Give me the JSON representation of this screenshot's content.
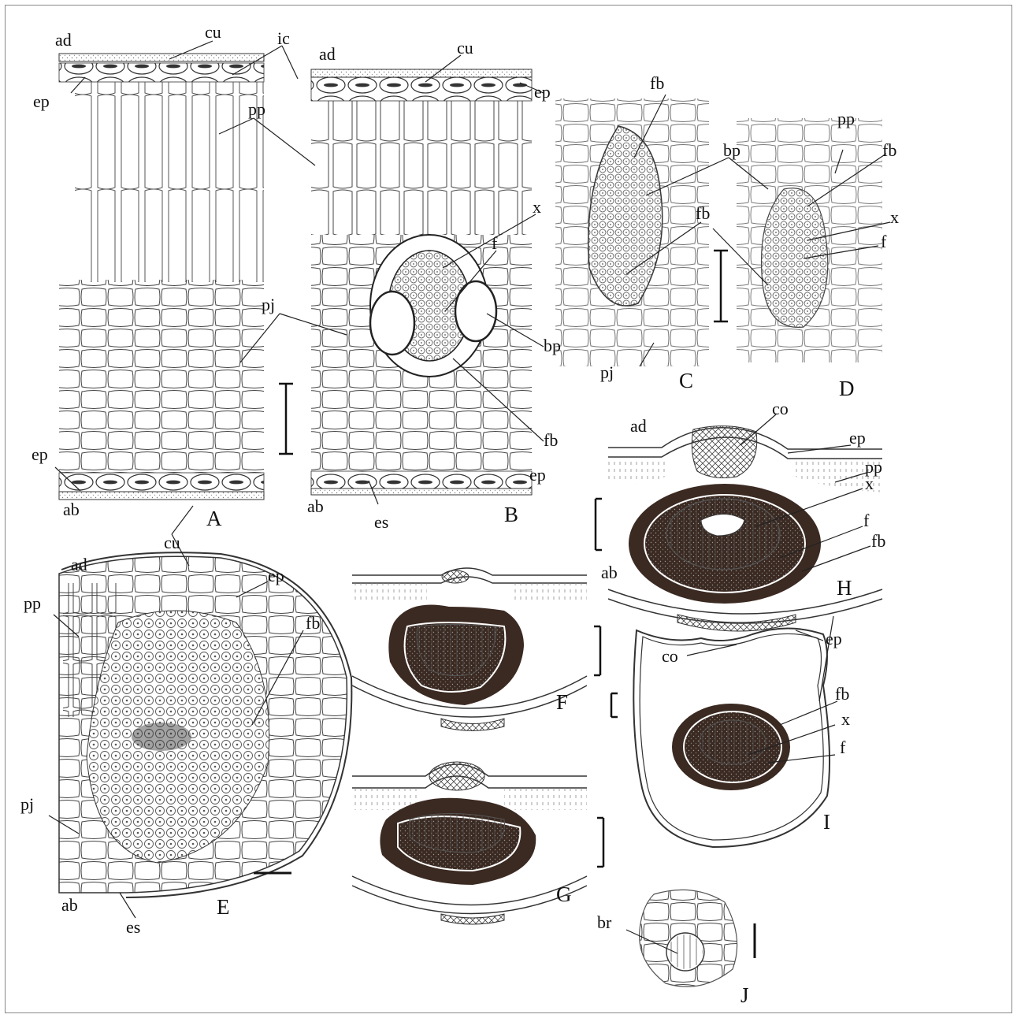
{
  "panels": {
    "A": "A",
    "B": "B",
    "C": "C",
    "D": "D",
    "E": "E",
    "F": "F",
    "G": "G",
    "H": "H",
    "I": "I",
    "J": "J"
  },
  "labels": {
    "ad": "ad",
    "ab": "ab",
    "cu": "cu",
    "ic": "ic",
    "ep": "ep",
    "pp": "pp",
    "pj": "pj",
    "es": "es",
    "x": "x",
    "f": "f",
    "fb": "fb",
    "bp": "bp",
    "co": "co",
    "br": "br"
  },
  "colors": {
    "ink": "#222222",
    "fiber_cap": "#3b2a22",
    "stipple": "#777777",
    "cell_line": "#444444"
  }
}
